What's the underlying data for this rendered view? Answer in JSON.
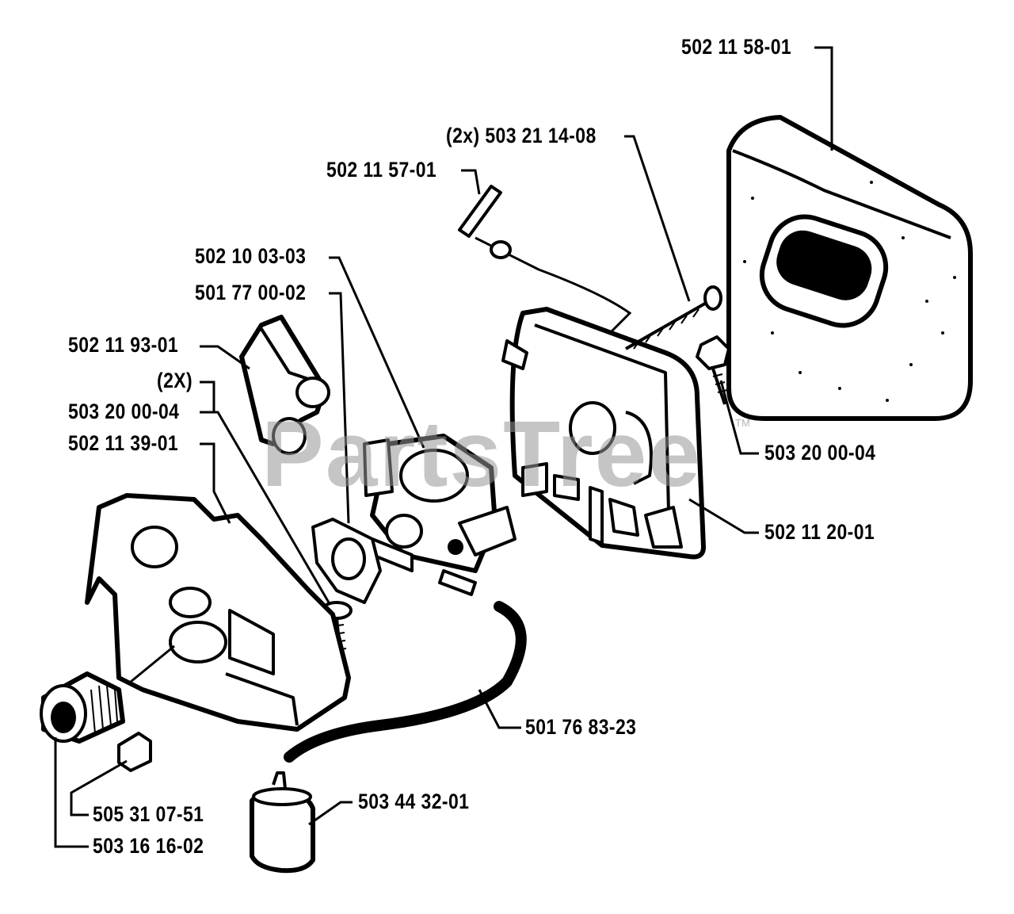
{
  "watermark": {
    "text": "PartsTree",
    "trademark": "TM"
  },
  "labels": {
    "air_filter": "502 11 58-01",
    "filter_screws": "(2x) 503 21 14-08",
    "choke_rod": "502 11 57-01",
    "carburetor": "502 10 03-03",
    "carb_gasket": "501 77 00-02",
    "intake_boot": "502 11 93-01",
    "screw_qty": "(2X)",
    "screw_left": "503 20 00-04",
    "carb_housing": "502 11 39-01",
    "screw_right": "503 20 00-04",
    "filter_holder": "502 11 20-01",
    "fuel_hose": "501 76 83-23",
    "fuel_filter": "503 44 32-01",
    "grommet": "505 31 07-51",
    "plug": "503 16 16-02"
  }
}
